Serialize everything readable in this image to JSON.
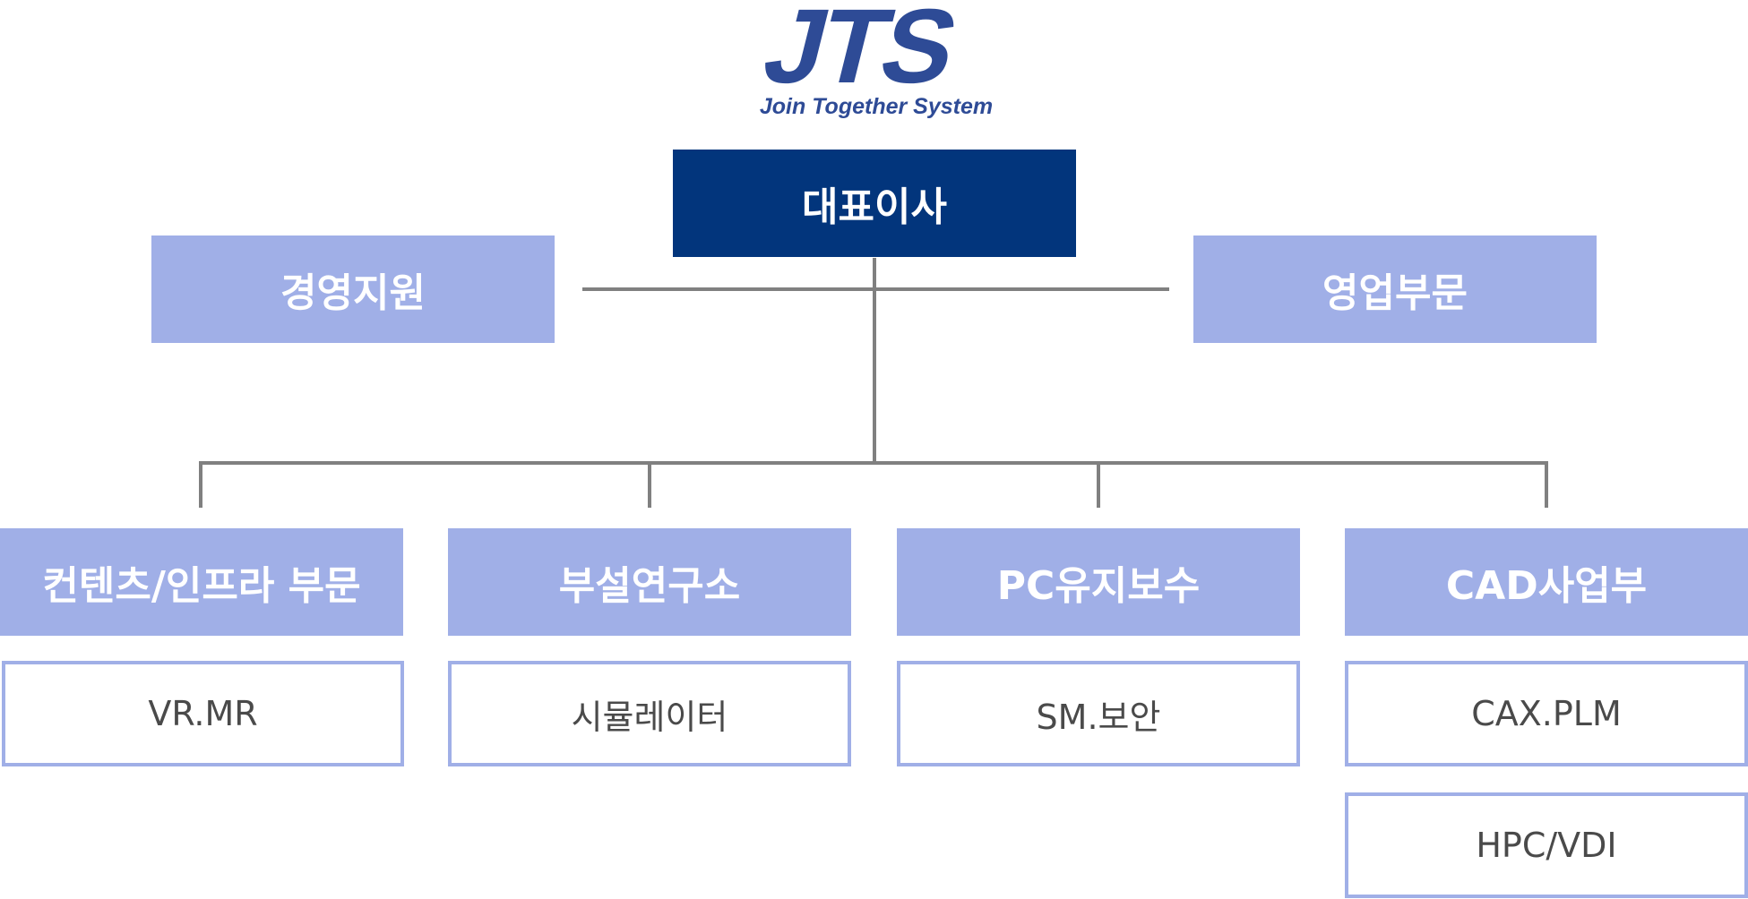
{
  "logo": {
    "mark": "JTS",
    "tagline": "Join Together System",
    "color": "#2e4b96"
  },
  "ceo": {
    "label": "대표이사"
  },
  "staff": [
    {
      "label": "경영지원"
    },
    {
      "label": "영업부문"
    }
  ],
  "divisions": [
    {
      "label": "컨텐츠/인프라 부문",
      "teams": [
        "VR.MR"
      ]
    },
    {
      "label": "부설연구소",
      "teams": [
        "시뮬레이터"
      ]
    },
    {
      "label": "PC유지보수",
      "teams": [
        "SM.보안"
      ]
    },
    {
      "label": "CAD사업부",
      "teams": [
        "CAX.PLM",
        "HPC/VDI"
      ]
    }
  ],
  "colors": {
    "ceo": "#02357c",
    "division": "#a0afe7",
    "team_border": "#a0afe7",
    "connector": "#808080"
  }
}
